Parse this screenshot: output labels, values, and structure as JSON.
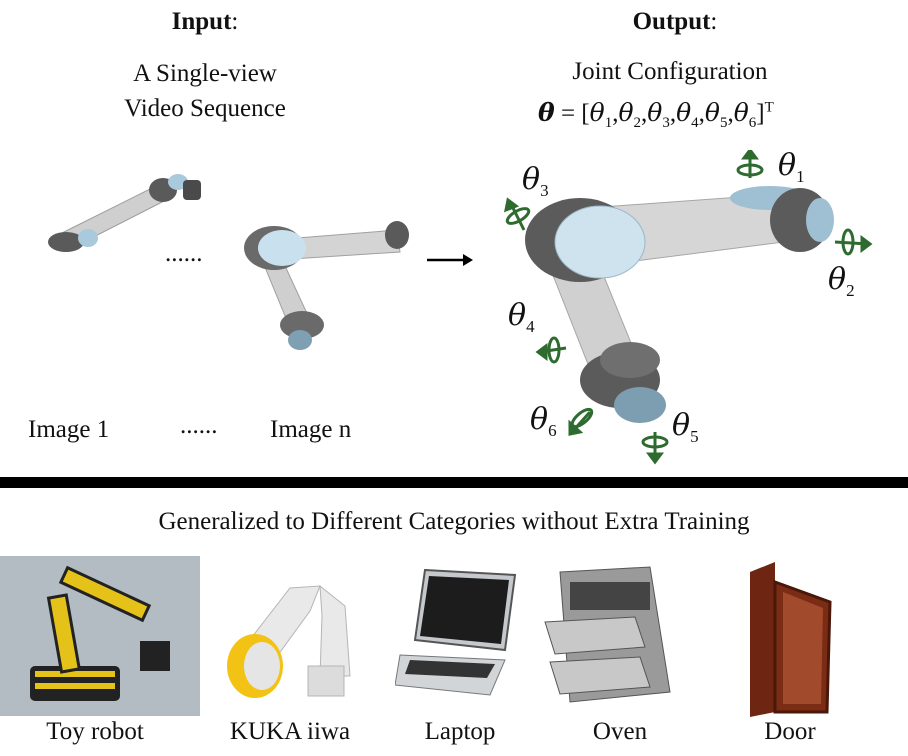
{
  "input": {
    "heading": "Input",
    "colon": ":",
    "line1": "A Single-view",
    "line2": "Video  Sequence",
    "dots_mid": "......",
    "image1_label": "Image 1",
    "dots_labels": "......",
    "imagen_label": "Image n"
  },
  "output": {
    "heading": "Output",
    "colon": ":",
    "line1": "Joint Configuration",
    "formula_lhs": "θ",
    "formula_eq": " = [θ",
    "formula_body": "[θ1,θ2,θ3,θ4,θ5,θ6]T",
    "joints": [
      "θ1",
      "θ2",
      "θ3",
      "θ4",
      "θ5",
      "θ6"
    ],
    "symbol": "θ",
    "sub": [
      "1",
      "2",
      "3",
      "4",
      "5",
      "6"
    ],
    "transpose": "T"
  },
  "arrow_label": "→",
  "bottom": {
    "title": "Generalized to Different Categories without Extra Training",
    "categories": [
      "Toy robot",
      "KUKA iiwa",
      "Laptop",
      "Oven",
      "Door"
    ]
  },
  "colors": {
    "joint_arrow": "#2e6b2e",
    "arm_grey": "#c9c9c9",
    "arm_dark": "#4a4a4a",
    "arm_blue": "#a9c9dc",
    "divider": "#000000"
  }
}
